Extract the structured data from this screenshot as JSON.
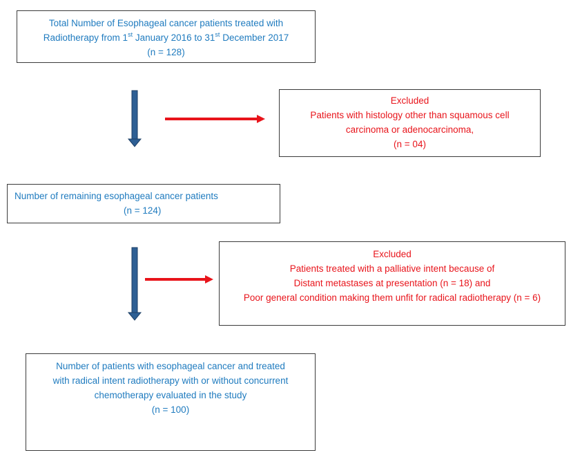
{
  "colors": {
    "flow_text": "#1f7bbf",
    "excluded_text": "#e8141b",
    "down_arrow": "#2e5f94",
    "side_arrow": "#e8141b",
    "border": "#3a3a3a"
  },
  "boxes": {
    "total": {
      "line1": "Total Number of Esophageal cancer patients treated with",
      "line2_a": "Radiotherapy from 1",
      "line2_sup1": "st",
      "line2_b": " January 2016 to 31",
      "line2_sup2": "st",
      "line2_c": " December 2017",
      "line3": "(n = 128)"
    },
    "excluded_histology": {
      "title": "Excluded",
      "line1": "Patients with histology other than squamous cell",
      "line2": "carcinoma or adenocarcinoma,",
      "line3": "(n = 04)"
    },
    "remaining": {
      "line1": "Number of remaining esophageal cancer patients",
      "line2": "(n = 124)"
    },
    "excluded_palliative": {
      "title": "Excluded",
      "line1": "Patients treated with a palliative intent because of",
      "line2": "Distant metastases at presentation (n = 18) and",
      "line3": "Poor general condition making them unfit for radical radiotherapy (n = 6)"
    },
    "final": {
      "line1": "Number of patients with esophageal cancer and treated",
      "line2": "with radical intent radiotherapy with or without concurrent",
      "line3": "chemotherapy evaluated in the study",
      "line4": "(n = 100)"
    }
  }
}
